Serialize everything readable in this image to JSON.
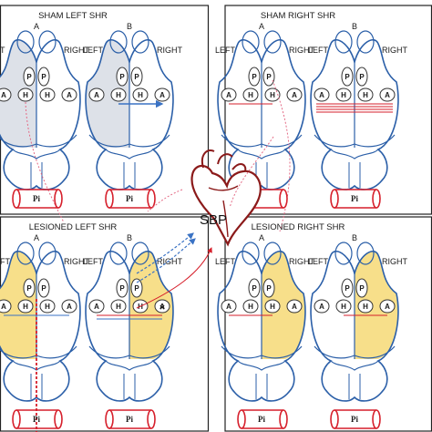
{
  "colors": {
    "brain_outline": "#2b5fa8",
    "shade_gray": "#dde1e8",
    "shade_yellow": "#f7df8a",
    "heart": "#8b1a1a",
    "red_path": "#d61f2b",
    "pink_path": "#e46b86",
    "blue_path": "#3a72c4",
    "panel_border": "#222222"
  },
  "panels": [
    {
      "title": "SHAM LEFT SHR",
      "brain_a": {
        "label": "A",
        "side_label_left": "FT",
        "side_label_right": "RIGHT",
        "shaded": "left",
        "shade_color": "gray"
      },
      "brain_b": {
        "label": "B",
        "side_label_left": "LEFT",
        "side_label_right": "RIGHT",
        "shaded": "left",
        "shade_color": "gray"
      },
      "nodes_a": [
        "P",
        "P",
        "A",
        "H",
        "H",
        "A"
      ],
      "nodes_b": [
        "P",
        "P",
        "A",
        "H",
        "H",
        "A"
      ],
      "pi_left": "Pi",
      "pi_right": "Pi"
    },
    {
      "title": "SHAM RIGHT SHR",
      "brain_a": {
        "label": "A",
        "side_label_left": "LEFT",
        "side_label_right": "RIGHT",
        "shaded": "none",
        "shade_color": "none"
      },
      "brain_b": {
        "label": "B",
        "side_label_left": "LEFT",
        "side_label_right": "RIGHT",
        "shaded": "none",
        "shade_color": "none"
      },
      "nodes_a": [
        "P",
        "P",
        "A",
        "H",
        "H",
        "A"
      ],
      "nodes_b": [
        "P",
        "P",
        "A",
        "H",
        "H",
        "A"
      ],
      "pi_left": "",
      "pi_right": "Pi"
    },
    {
      "title": "LESIONED LEFT SHR",
      "brain_a": {
        "label": "A",
        "side_label_left": "LEFT",
        "side_label_right": "RIGHT",
        "shaded": "left",
        "shade_color": "yellow"
      },
      "brain_b": {
        "label": "B",
        "side_label_left": "LEFT",
        "side_label_right": "RIGHT",
        "shaded": "right",
        "shade_color": "yellow"
      },
      "nodes_a": [
        "P",
        "P",
        "A",
        "H",
        "H",
        "A"
      ],
      "nodes_b": [
        "P",
        "P",
        "A",
        "H",
        "H",
        "A"
      ],
      "pi_left": "Pi",
      "pi_right": "Pi"
    },
    {
      "title": "LESIONED RIGHT SHR",
      "brain_a": {
        "label": "A",
        "side_label_left": "LEFT",
        "side_label_right": "RIGHT",
        "shaded": "right",
        "shade_color": "yellow"
      },
      "brain_b": {
        "label": "B",
        "side_label_left": "LEFT",
        "side_label_right": "RIGHT",
        "shaded": "right",
        "shade_color": "yellow"
      },
      "nodes_a": [
        "P",
        "P",
        "A",
        "H",
        "H",
        "A"
      ],
      "nodes_b": [
        "P",
        "P",
        "A",
        "H",
        "H",
        "A"
      ],
      "pi_left": "Pi",
      "pi_right": "Pi"
    }
  ],
  "center_label": "SBP"
}
